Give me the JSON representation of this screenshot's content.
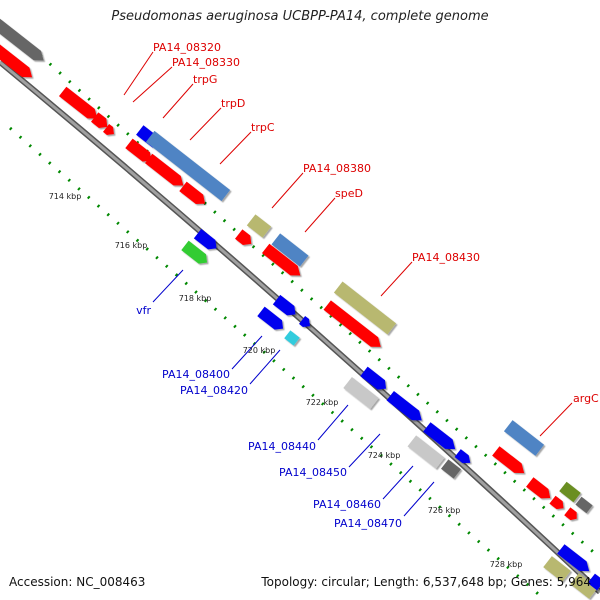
{
  "title": "Pseudomonas aeruginosa UCBPP-PA14, complete genome",
  "accession": "Accession: NC_008463",
  "topology": "Topology: circular; Length: 6,537,648 bp; Genes: 5,964",
  "scale_labels": [
    "714 kbp",
    "716 kbp",
    "718 kbp",
    "720 kbp",
    "722 kbp",
    "724 kbp",
    "726 kbp",
    "728 kbp"
  ],
  "gene_labels_red": [
    "PA14_08320",
    "PA14_08330",
    "trpG",
    "trpD",
    "trpC",
    "PA14_08380",
    "speD",
    "PA14_08430",
    "argC"
  ],
  "gene_labels_blue": [
    "vfr",
    "PA14_08400",
    "PA14_08420",
    "PA14_08440",
    "PA14_08450",
    "PA14_08460",
    "PA14_08470"
  ],
  "colors": {
    "cds_red": "#ff0000",
    "cds_blue": "#0000ee",
    "steelblue": "#4f84c4",
    "khaki": "#b8b870",
    "green": "#33cc33",
    "cyan": "#33ccdd",
    "olive": "#6b8e23",
    "gray": "#666666",
    "lightgray": "#c8c8c8",
    "backbone": "#888888",
    "ticks": "#008800",
    "label_red": "#dd0000",
    "label_blue": "#0000cc"
  }
}
